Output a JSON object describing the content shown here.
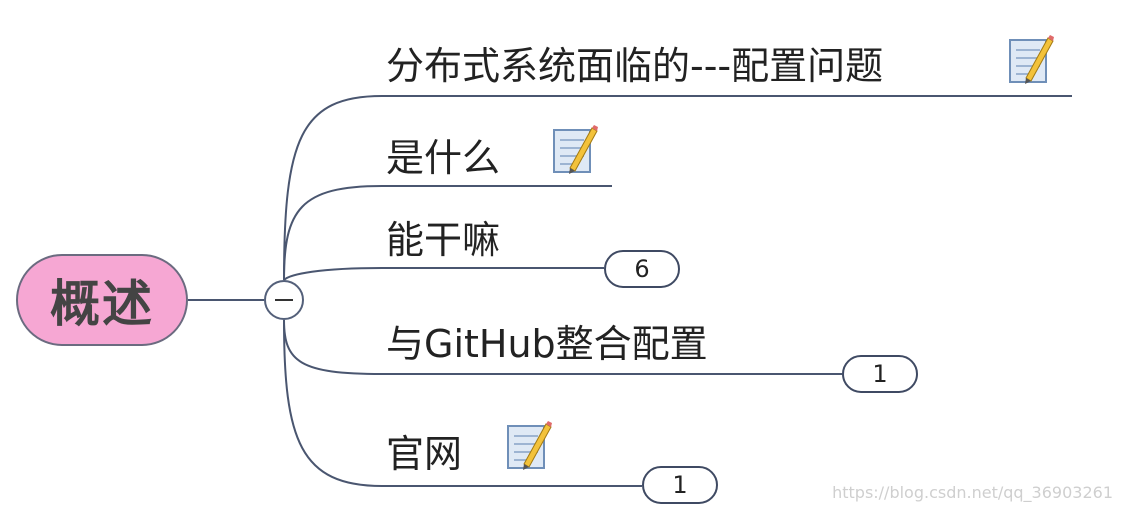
{
  "central_topic": {
    "label": "概述"
  },
  "branches": [
    {
      "label": "分布式系统面临的---配置问题",
      "has_note": true,
      "icon": "note-icon"
    },
    {
      "label": "是什么",
      "has_note": true,
      "icon": "note-icon"
    },
    {
      "label": "能干嘛",
      "collapsed_count": "6"
    },
    {
      "label": "与GitHub整合配置",
      "collapsed_count": "1"
    },
    {
      "label": "官网",
      "has_note": true,
      "icon": "note-icon",
      "collapsed_count": "1"
    }
  ],
  "collapse_toggle": {
    "icon": "minus-icon"
  },
  "watermark": "https://blog.csdn.net/qq_36903261",
  "colors": {
    "connector": "#4a5670",
    "central_fill": "#f6a7d3",
    "central_border": "#6b6b80",
    "text": "#222222"
  }
}
